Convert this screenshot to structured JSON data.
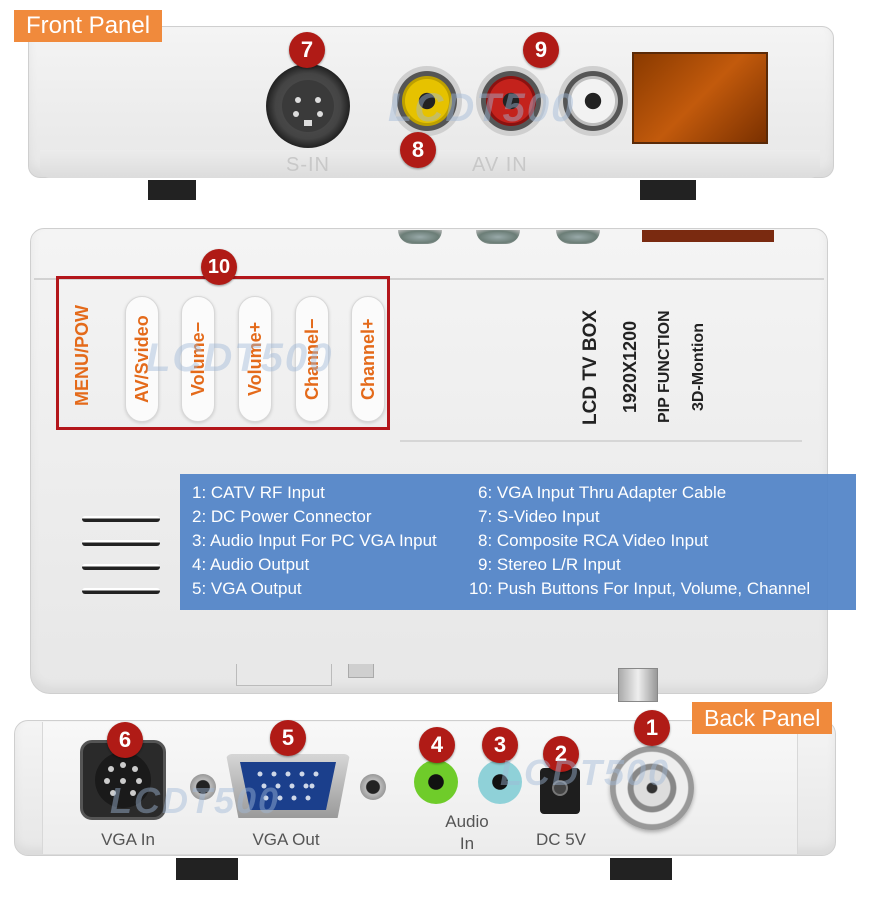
{
  "panels": {
    "front": "Front Panel",
    "back": "Back Panel"
  },
  "front_labels": {
    "s_in": "S-IN",
    "av_in": "AV IN"
  },
  "badges": {
    "n1": "1",
    "n2": "2",
    "n3": "3",
    "n4": "4",
    "n5": "5",
    "n6": "6",
    "n7": "7",
    "n8": "8",
    "n9": "9",
    "n10": "10"
  },
  "buttons": [
    "MENU/POW",
    "AV/Svideo",
    "Volume−",
    "Volume+",
    "Channel−",
    "Channel+"
  ],
  "product": [
    "LCD TV BOX",
    "1920X1200",
    "PIP FUNCTION",
    "3D-Montion"
  ],
  "legend_left": [
    "1: CATV RF Input",
    "2: DC Power Connector",
    "3: Audio Input For PC VGA Input",
    "4: Audio Output",
    "5: VGA Output"
  ],
  "legend_right": [
    "6: VGA Input Thru Adapter Cable",
    "7: S-Video Input",
    "8: Composite RCA Video Input",
    "9: Stereo L/R Input",
    "10: Push Buttons For Input, Volume, Channel"
  ],
  "back_labels": {
    "vga_in": "VGA In",
    "vga_out": "VGA Out",
    "audio_in_1": "Audio",
    "audio_in_2": "In",
    "dc": "DC 5V"
  },
  "watermark": "LCDT500",
  "colors": {
    "tag": "#f08a3c",
    "badge": "#b01b16",
    "legend_bg": "#5385c8",
    "button_text": "#e46a1a",
    "box_outline": "#b3161b"
  }
}
